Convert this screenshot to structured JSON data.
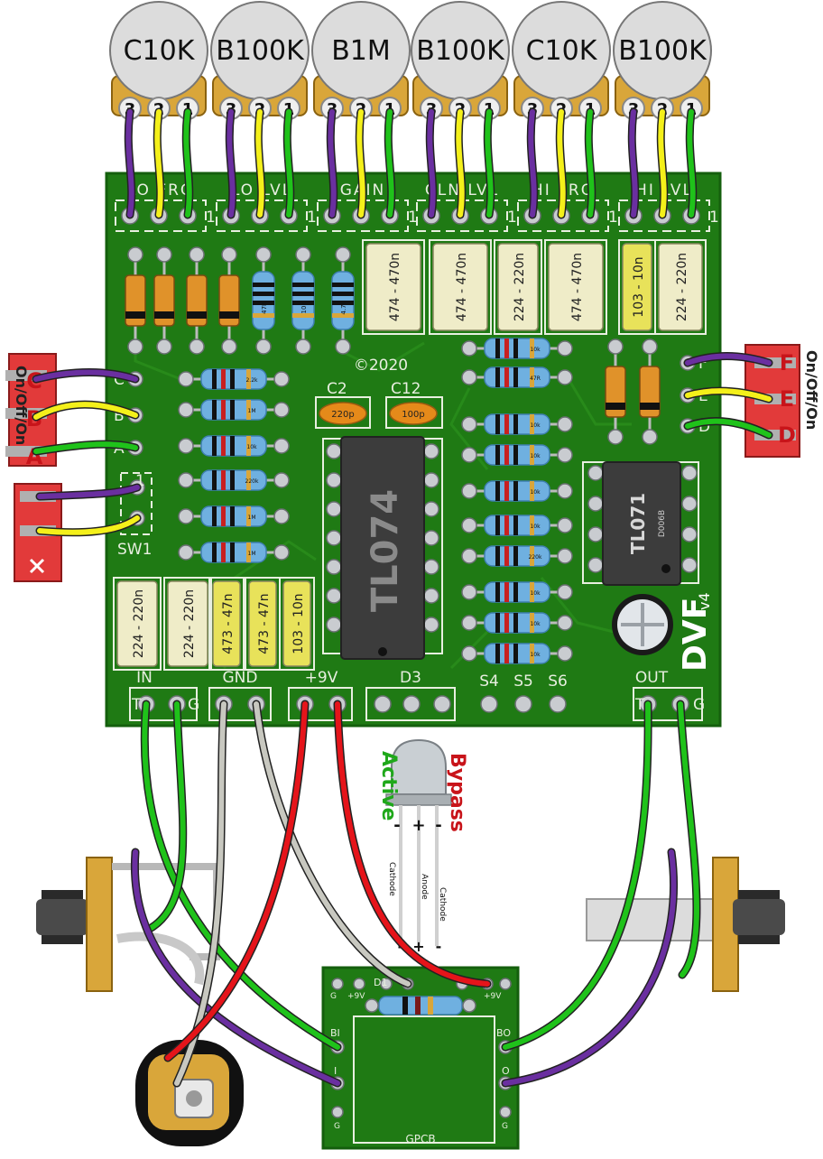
{
  "pots": [
    {
      "value": "C10K",
      "lug3": "3",
      "lug2": "2",
      "lug1": "1"
    },
    {
      "value": "B100K",
      "lug3": "3",
      "lug2": "2",
      "lug1": "1"
    },
    {
      "value": "B1M",
      "lug3": "3",
      "lug2": "2",
      "lug1": "1"
    },
    {
      "value": "B100K",
      "lug3": "3",
      "lug2": "2",
      "lug1": "1"
    },
    {
      "value": "C10K",
      "lug3": "3",
      "lug2": "2",
      "lug1": "1"
    },
    {
      "value": "B100K",
      "lug3": "3",
      "lug2": "2",
      "lug1": "1"
    }
  ],
  "pot_header_labels": [
    "LO FRQ",
    "LO LVL",
    "GAIN",
    "CLN LVL",
    "HI FRQ",
    "HI LVL"
  ],
  "header_pin_one": "1",
  "top_caps": [
    "474 - 470n",
    "474 - 470n",
    "224 - 220n",
    "474 - 470n",
    "103 - 10n",
    "224 - 220n"
  ],
  "bottom_caps": [
    "224 - 220n",
    "224 - 220n",
    "473 - 47n",
    "473 - 47n",
    "103 - 10n"
  ],
  "top_resistors": [
    "47R",
    "10k",
    "4.7k"
  ],
  "left_resistors": [
    "2.2k",
    "1M",
    "10k",
    "220k",
    "1M",
    "1M"
  ],
  "right_resistors": [
    "10k",
    "47R",
    "10k",
    "10k",
    "10k",
    "10k",
    "220k",
    "10k",
    "10k",
    "10k"
  ],
  "copyright": "©2020",
  "c2": {
    "label": "C2",
    "value": "220p"
  },
  "c12": {
    "label": "C12",
    "value": "100p"
  },
  "ic_main": "TL074",
  "ic_small": "TL071",
  "ic_small_code": "D006B",
  "brand": "DVF",
  "version": "v4",
  "toggle_left": {
    "label": "On/Off/On",
    "pins": [
      "C",
      "B",
      "A"
    ],
    "silk": [
      "C",
      "B",
      "A"
    ]
  },
  "toggle_right": {
    "label": "On/Off/On",
    "pins": [
      "F",
      "E",
      "D"
    ],
    "silk": [
      "F",
      "E",
      "D"
    ]
  },
  "sw1": {
    "label": "SW1",
    "pin": "1"
  },
  "bottom_headers": {
    "in": "IN",
    "gnd": "GND",
    "v9": "+9V",
    "d3": "D3",
    "out": "OUT",
    "s4": "S4",
    "s5": "S5",
    "s6": "S6",
    "tip": "T",
    "ground": "G"
  },
  "led": {
    "active": "Active",
    "bypass": "Bypass",
    "cathode_left": "Cathode",
    "anode": "Anode",
    "cathode_right": "Cathode",
    "minus_left": "-",
    "plus": "+",
    "minus_right": "-"
  },
  "footswitch": {
    "d1": "D1",
    "v9_left": "+9V",
    "v9_right": "+9V",
    "g_top": "G",
    "bi": "BI",
    "i": "I",
    "g_bottom": "G",
    "bo": "BO",
    "o": "O",
    "g_bottom_right": "G",
    "name": "GPCB"
  },
  "colors": {
    "board": "#1f7a14",
    "board_dark": "#145f0d",
    "silk": "#e8efe0",
    "wire_purple": "#6a2fa0",
    "wire_yellow": "#f4f01a",
    "wire_green": "#1fc21a",
    "wire_red": "#e5141a",
    "wire_grey": "#c8c8c0",
    "label_red": "#c8141a",
    "label_green": "#1fa81a",
    "cap_cream": "#efecc8",
    "cap_yellow": "#e8e25a",
    "cap_orange": "#e58a1a",
    "resistor_blue": "#6fb0e0",
    "pot_knob": "#dcdcdc",
    "pot_body": "#d9a63a"
  }
}
